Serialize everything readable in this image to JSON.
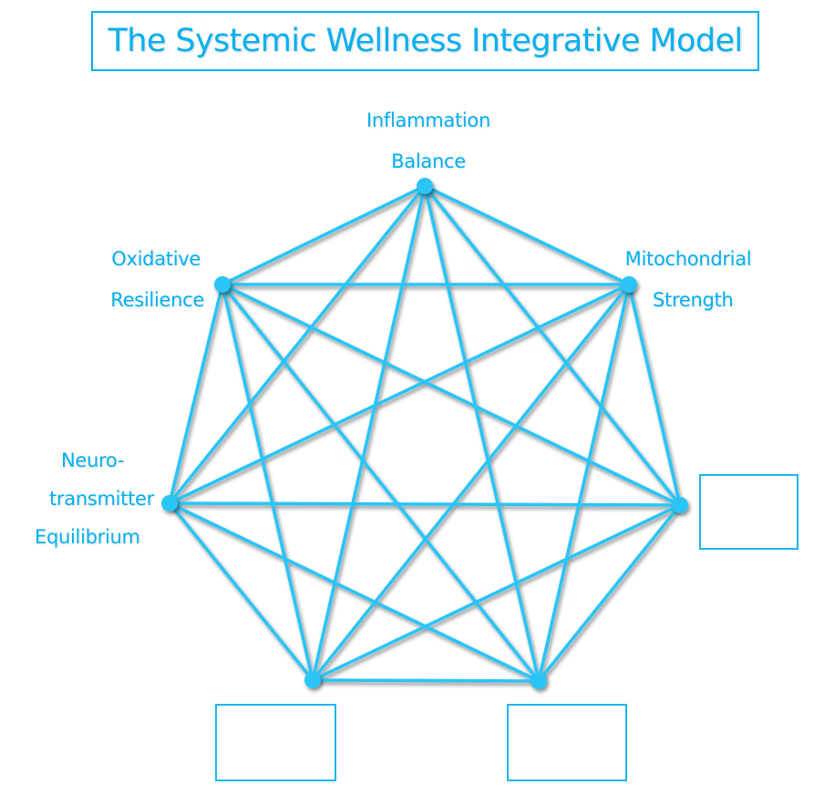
{
  "title": "The Systemic Wellness Integrative Model",
  "colors": {
    "title": "#00B0F0",
    "edge": "#29C4F6",
    "node": "#29C4F6",
    "box_border": "#1FB5EE"
  },
  "diagram": {
    "type": "complete-graph",
    "nodes": [
      {
        "id": "inflammation",
        "label_lines": [
          "Inflammation",
          "Balance"
        ]
      },
      {
        "id": "mitochondrial",
        "label_lines": [
          "Mitochondrial",
          "Strength"
        ]
      },
      {
        "id": "right",
        "label_lines": []
      },
      {
        "id": "bottom-right",
        "label_lines": []
      },
      {
        "id": "bottom-left",
        "label_lines": []
      },
      {
        "id": "neuro",
        "label_lines": [
          "Neuro-",
          "transmitter",
          "Equilibrium"
        ]
      },
      {
        "id": "oxidative",
        "label_lines": [
          "Oxidative",
          "Resilience"
        ]
      }
    ],
    "edges": "all-pairs",
    "empty_label_boxes": [
      "right",
      "bottom-left",
      "bottom-right"
    ]
  }
}
